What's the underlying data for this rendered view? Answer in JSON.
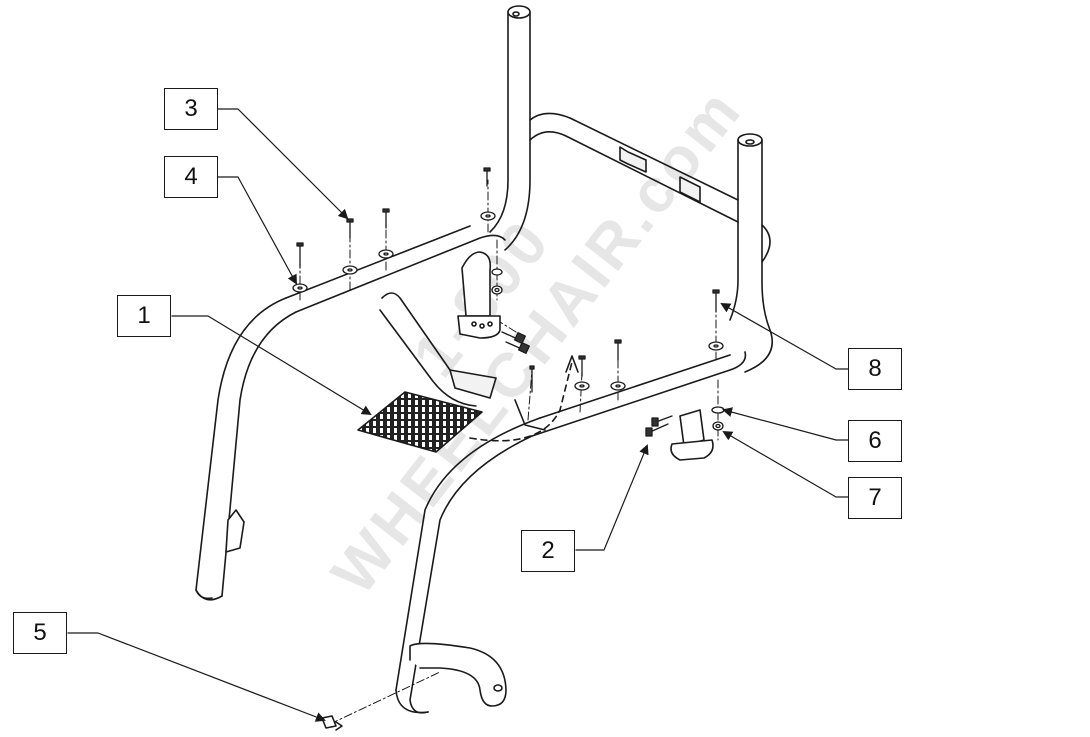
{
  "watermark": {
    "line1": "1-800",
    "line2": "WHEELCHAIR.com"
  },
  "callouts": [
    {
      "id": "1",
      "label": "1"
    },
    {
      "id": "2",
      "label": "2"
    },
    {
      "id": "3",
      "label": "3"
    },
    {
      "id": "4",
      "label": "4"
    },
    {
      "id": "5",
      "label": "5"
    },
    {
      "id": "6",
      "label": "6"
    },
    {
      "id": "7",
      "label": "7"
    },
    {
      "id": "8",
      "label": "8"
    }
  ],
  "colors": {
    "line": "#1a1a1a",
    "tube_fill": "#ffffff",
    "grip_fill": "#f2f2f2",
    "watermark": "#e6e6e6"
  }
}
